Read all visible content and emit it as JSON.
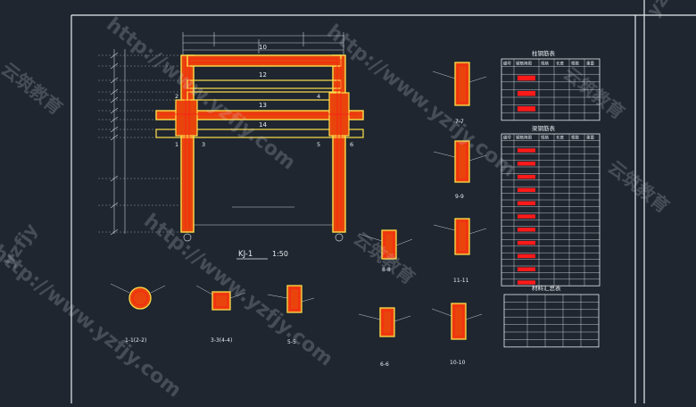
{
  "colors": {
    "background": "#1f2630",
    "frame": "#e8ecf0",
    "member_outline": "#ffe04a",
    "member_fill": "#e8440c",
    "rebar_red": "#ff1a1a",
    "dim_line": "#c8ccd4",
    "table_line": "#e8ecf0",
    "watermark": "#cfd6e0"
  },
  "frame_drawing": {
    "title": "KJ-1",
    "scale": "1:50",
    "beam_labels": [
      "10",
      "12",
      "13",
      "14"
    ],
    "section_marks": [
      "1",
      "2",
      "3",
      "4",
      "5",
      "6"
    ]
  },
  "sections": [
    {
      "id": "sec-1-1",
      "label": "1-1(2-2)",
      "shape": "circle"
    },
    {
      "id": "sec-3-3",
      "label": "3-3(4-4)",
      "shape": "square"
    },
    {
      "id": "sec-5-5",
      "label": "5-5",
      "shape": "rect"
    },
    {
      "id": "sec-6-6",
      "label": "6-6",
      "shape": "rect"
    },
    {
      "id": "sec-7-7",
      "label": "7-7",
      "shape": "rect"
    },
    {
      "id": "sec-8-8",
      "label": "8-8",
      "shape": "rect"
    },
    {
      "id": "sec-9-9",
      "label": "9-9",
      "shape": "rect"
    },
    {
      "id": "sec-10-10",
      "label": "10-10",
      "shape": "rect"
    },
    {
      "id": "sec-11-11",
      "label": "11-11",
      "shape": "rect"
    }
  ],
  "tables": {
    "table1_title": "柱钢筋表",
    "table2_title": "梁钢筋表",
    "table3_title": "材料汇总表",
    "headers": [
      "编号",
      "钢筋简图",
      "规格",
      "长度",
      "根数",
      "重量"
    ],
    "table1_rows": 7,
    "table2_rows": 22,
    "table3_rows": 6
  },
  "watermarks": {
    "url": "http://www.yzfjy.com",
    "brand": "云筑教育",
    "short": "yzfjy"
  }
}
